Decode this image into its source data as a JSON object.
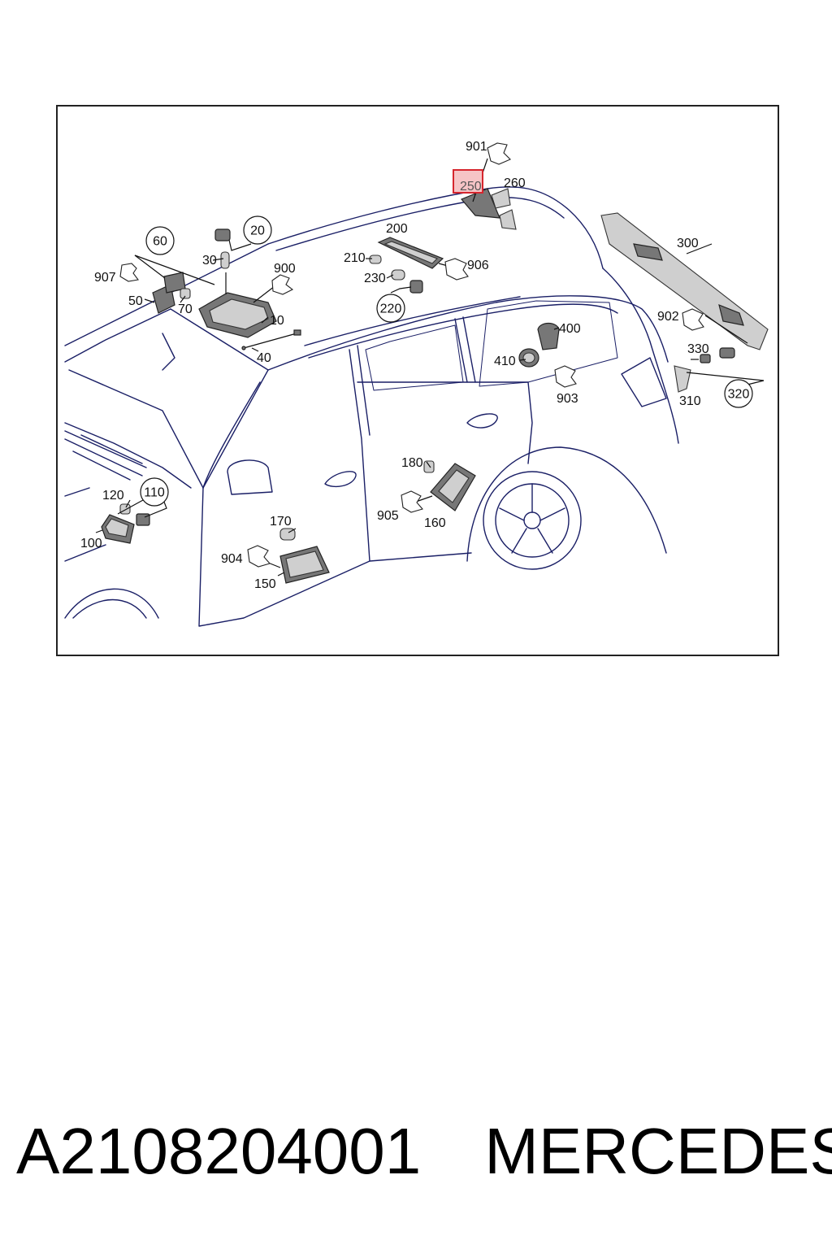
{
  "diagram": {
    "highlighted_label": "250",
    "callouts": {
      "c20": "20",
      "c60": "60",
      "c110": "110",
      "c220": "220",
      "c320": "320"
    },
    "labels": {
      "l901": "901",
      "l250": "250",
      "l260": "260",
      "l200": "200",
      "l210": "210",
      "l906": "906",
      "l230": "230",
      "l30": "30",
      "l900": "900",
      "l907": "907",
      "l50": "50",
      "l70": "70",
      "l10": "10",
      "l40": "40",
      "l300": "300",
      "l400": "400",
      "l410": "410",
      "l902": "902",
      "l330": "330",
      "l903": "903",
      "l310": "310",
      "l180": "180",
      "l120": "120",
      "l905": "905",
      "l160": "160",
      "l170": "170",
      "l100": "100",
      "l904": "904",
      "l150": "150"
    },
    "colors": {
      "highlight_border": "#d6262e",
      "highlight_fill": "#f6c4c6",
      "car_line": "#1a1f66"
    }
  },
  "footer": {
    "part_number": "A2108204001",
    "brand": "MERCEDES"
  }
}
